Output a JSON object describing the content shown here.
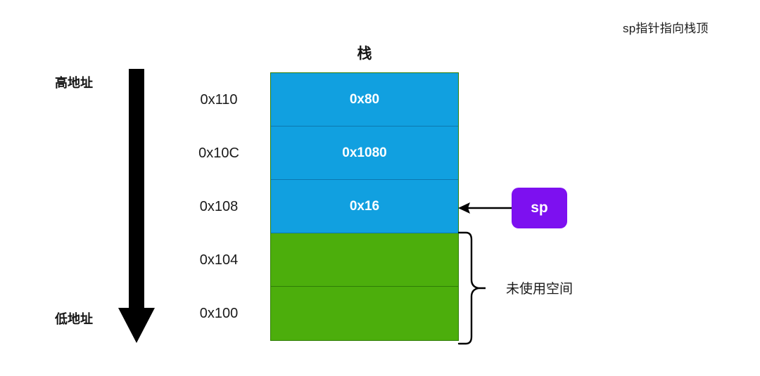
{
  "diagram": {
    "title": "栈",
    "note_top_right": "sp指针指向栈顶",
    "high_address_label": "高地址",
    "low_address_label": "低地址",
    "unused_space_label": "未使用空间",
    "pointer_label": "sp",
    "direction_arrow": "down-arrow-high-to-low",
    "colors": {
      "used_fill": "#11a0e0",
      "used_border": "#0b78b0",
      "unused_fill": "#4cae0c",
      "unused_border": "#2f7d06",
      "pointer_fill": "#7d10f0",
      "pointer_text": "#ffffff",
      "line": "#000000",
      "text": "#1a1a1a",
      "background": "#ffffff"
    },
    "addresses": [
      "0x110",
      "0x10C",
      "0x108",
      "0x104",
      "0x100"
    ],
    "rows": [
      {
        "address": "0x110",
        "value": "0x80",
        "state": "used"
      },
      {
        "address": "0x10C",
        "value": "0x1080",
        "state": "used"
      },
      {
        "address": "0x108",
        "value": "0x16",
        "state": "used"
      },
      {
        "address": "0x104",
        "value": "",
        "state": "unused"
      },
      {
        "address": "0x100",
        "value": "",
        "state": "unused"
      }
    ]
  }
}
